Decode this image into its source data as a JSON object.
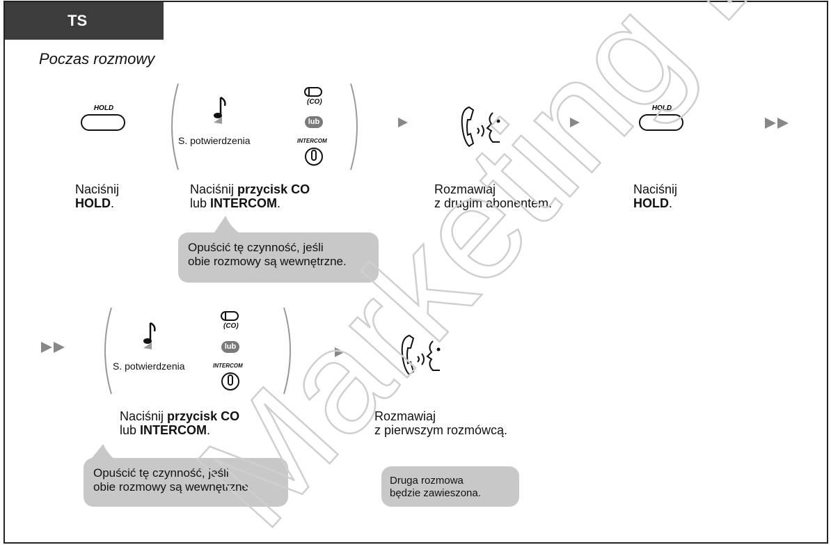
{
  "header": {
    "tab_label": "TS"
  },
  "subtitle": "Poczas rozmowy",
  "row1": {
    "hold1": {
      "label": "HOLD",
      "caption_line1": "Naciśnij",
      "caption_bold": "HOLD",
      "caption_end": "."
    },
    "confirm": {
      "tone_label": "S. potwierdzenia",
      "co_label": "(CO)",
      "or_label": "lub",
      "intercom_label": "INTERCOM",
      "caption_pre": "Naciśnij ",
      "caption_bold1": "przycisk CO",
      "caption_line2_pre": "lub ",
      "caption_bold2": "INTERCOM",
      "caption_end": "."
    },
    "talk": {
      "caption_line1": "Rozmawiaj",
      "caption_line2": "z drugim abonentem."
    },
    "hold2": {
      "label": "HOLD",
      "caption_line1": "Naciśnij",
      "caption_bold": "HOLD",
      "caption_end": "."
    },
    "note": {
      "line1": "Opuścić tę czynność, jeśli",
      "line2": "obie rozmowy są wewnętrzne."
    }
  },
  "row2": {
    "confirm": {
      "tone_label": "S. potwierdzenia",
      "co_label": "(CO)",
      "or_label": "lub",
      "intercom_label": "INTERCOM",
      "caption_pre": "Naciśnij ",
      "caption_bold1": "przycisk CO",
      "caption_line2_pre": "lub ",
      "caption_bold2": "INTERCOM",
      "caption_end": "."
    },
    "talk": {
      "caption_line1": "Rozmawiaj",
      "caption_line2": "z pierwszym rozmówcą."
    },
    "note": {
      "line1": "Opuścić tę czynność, jeśli",
      "line2": "obie rozmowy są wewnętrzne."
    },
    "note2": {
      "line1": "Druga rozmowa",
      "line2": "będzie zawieszona."
    }
  },
  "watermark_text": "Marketing Euro",
  "colors": {
    "tab_bg": "#3c3c3c",
    "bubble_bg": "#c8c8c8",
    "arrow": "#888888",
    "lub_pill": "#7a7a7a"
  }
}
